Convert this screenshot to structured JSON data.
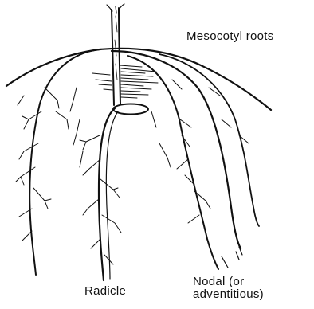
{
  "labels": {
    "mesocotyl": "Mesocotyl roots",
    "radicle": "Radicle",
    "nodal_line1": "Nodal (or",
    "nodal_line2": "adventitious)"
  },
  "colors": {
    "ink": "#111111",
    "background": "#ffffff"
  }
}
